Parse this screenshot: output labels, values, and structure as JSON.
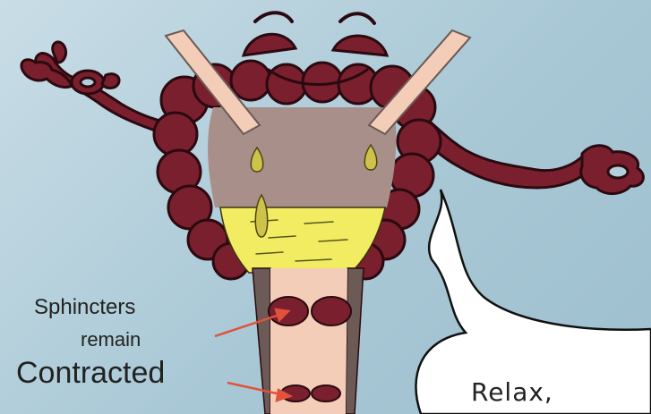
{
  "labels": {
    "sphincters": "Sphincters",
    "remain": "remain",
    "contracted": "Contracted",
    "speech": "Relax,"
  },
  "colors": {
    "background": "#b3cfdc",
    "colon": "#7a1f2e",
    "colon_outline": "#2a0a10",
    "chamber": "#a88f8a",
    "stool": "#f2ec62",
    "canal": "#f4cdb8",
    "canal_wall": "#6b5a55",
    "drop": "#cfc24a",
    "arrow": "#e0523a",
    "speech_bubble": "#ffffff"
  }
}
